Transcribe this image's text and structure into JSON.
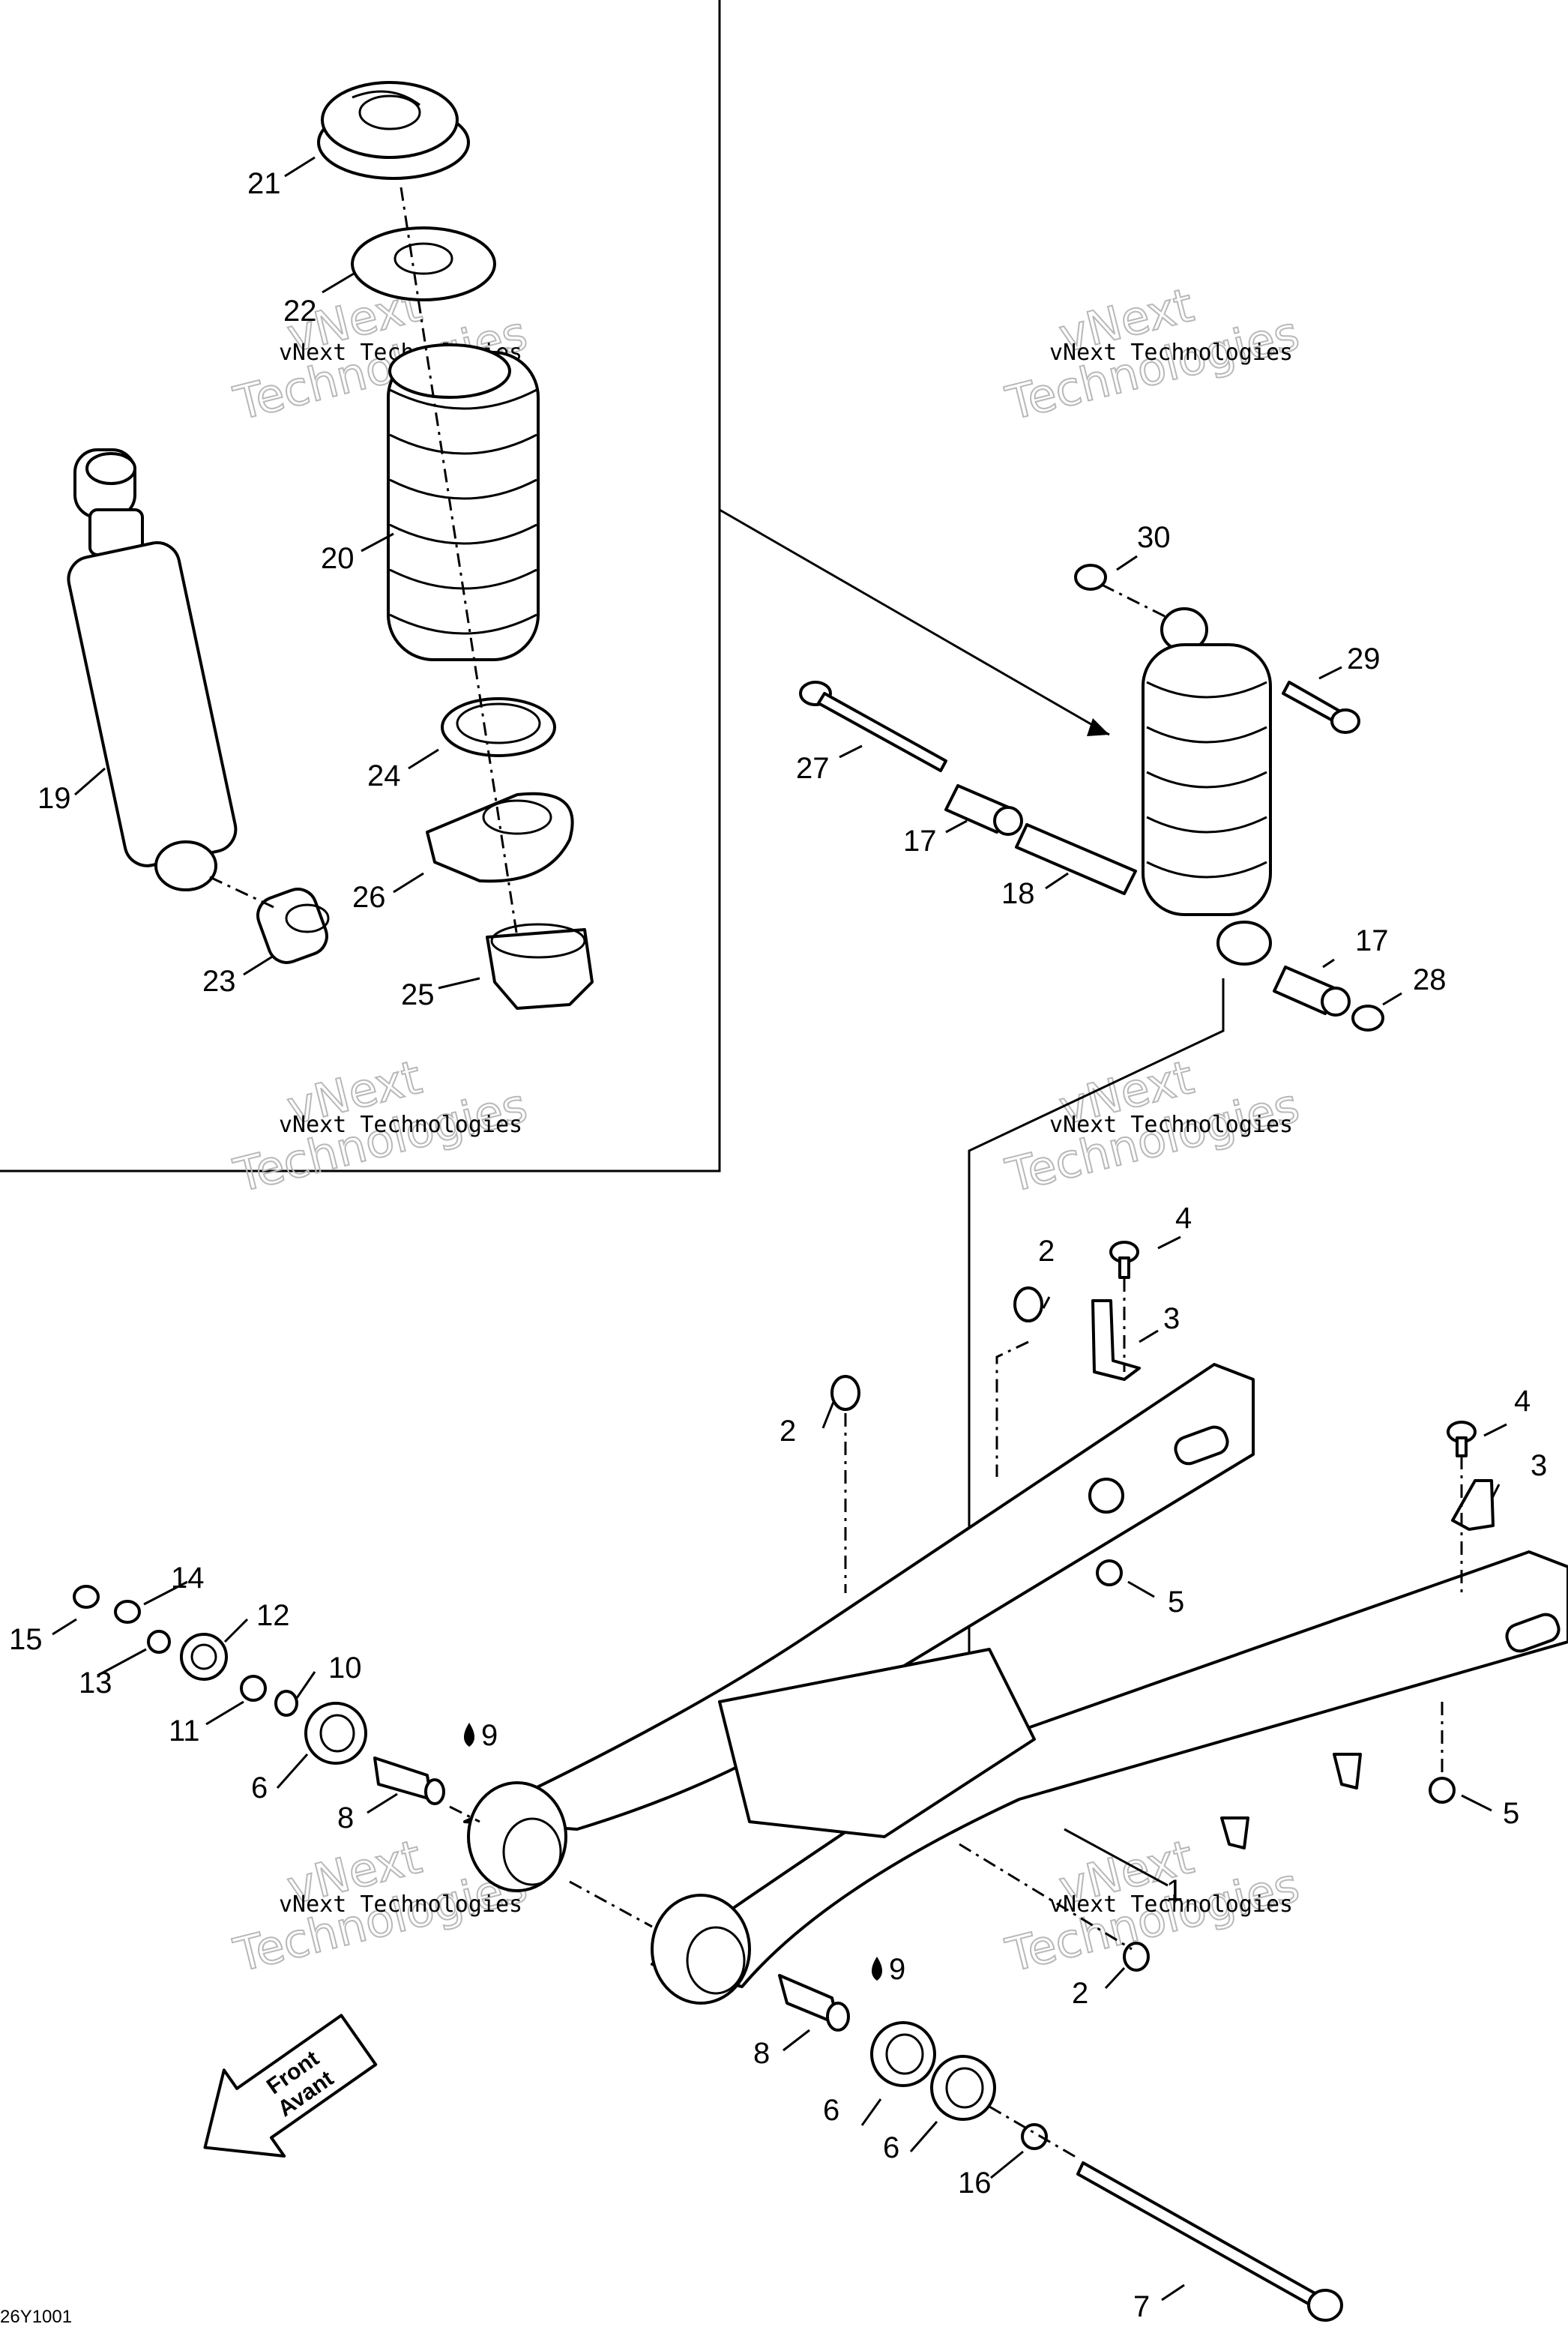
{
  "watermark": {
    "line1": "vNext Technologies",
    "ghost_top": "vNext",
    "ghost_bottom": "Technologies"
  },
  "callouts": [
    {
      "id": "c21",
      "text": "21"
    },
    {
      "id": "c22",
      "text": "22"
    },
    {
      "id": "c20",
      "text": "20"
    },
    {
      "id": "c19",
      "text": "19"
    },
    {
      "id": "c24",
      "text": "24"
    },
    {
      "id": "c26",
      "text": "26"
    },
    {
      "id": "c23",
      "text": "23"
    },
    {
      "id": "c25",
      "text": "25"
    },
    {
      "id": "c30",
      "text": "30"
    },
    {
      "id": "c29",
      "text": "29"
    },
    {
      "id": "c27",
      "text": "27"
    },
    {
      "id": "c17a",
      "text": "17"
    },
    {
      "id": "c18",
      "text": "18"
    },
    {
      "id": "c17b",
      "text": "17"
    },
    {
      "id": "c28",
      "text": "28"
    },
    {
      "id": "c4a",
      "text": "4"
    },
    {
      "id": "c2a",
      "text": "2"
    },
    {
      "id": "c3a",
      "text": "3"
    },
    {
      "id": "c2b",
      "text": "2"
    },
    {
      "id": "c4b",
      "text": "4"
    },
    {
      "id": "c3b",
      "text": "3"
    },
    {
      "id": "c5a",
      "text": "5"
    },
    {
      "id": "c5b",
      "text": "5"
    },
    {
      "id": "c14",
      "text": "14"
    },
    {
      "id": "c15",
      "text": "15"
    },
    {
      "id": "c12",
      "text": "12"
    },
    {
      "id": "c13",
      "text": "13"
    },
    {
      "id": "c10",
      "text": "10"
    },
    {
      "id": "c11",
      "text": "11"
    },
    {
      "id": "c9a",
      "text": "9"
    },
    {
      "id": "c6a",
      "text": "6"
    },
    {
      "id": "c8a",
      "text": "8"
    },
    {
      "id": "c1",
      "text": "1"
    },
    {
      "id": "c2c",
      "text": "2"
    },
    {
      "id": "c9b",
      "text": "9"
    },
    {
      "id": "c8b",
      "text": "8"
    },
    {
      "id": "c6b",
      "text": "6"
    },
    {
      "id": "c6c",
      "text": "6"
    },
    {
      "id": "c16",
      "text": "16"
    },
    {
      "id": "c7",
      "text": "7"
    }
  ],
  "front_arrow": {
    "line1": "Front",
    "line2": "Avant"
  },
  "drawing_code": "26Y1001",
  "colors": {
    "ink": "#000000",
    "paper": "#ffffff",
    "watermark_ghost": "#b8b8b8"
  }
}
